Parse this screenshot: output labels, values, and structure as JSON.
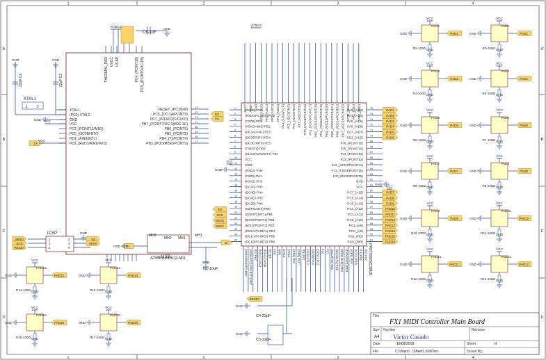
{
  "sheet": {
    "zones_top": [
      "1",
      "2",
      "3",
      "4"
    ],
    "zones_side": [
      "A",
      "B",
      "C",
      "D"
    ]
  },
  "title_block": {
    "title_label": "Title",
    "title": "FX1 MIDI Controller Main Board",
    "size_label": "Size",
    "size": "A4",
    "number_label": "Number",
    "revision_label": "Revision",
    "author": "Victor Casado",
    "date_label": "Date",
    "date": "19/09/2018",
    "sheet_label": "Sheet",
    "sheet_of": "of",
    "file_label": "File",
    "file": "C:\\Users\\...\\Sheet1.SchDoc",
    "drawn_label": "Drawn By:"
  },
  "power": {
    "vcc": "VCC",
    "gnd": "GND"
  },
  "atmega32u": {
    "name": "ATMEGA16U2-MU",
    "left_pins": [
      "XTAL1",
      "(PC0) XTAL2",
      "GND",
      "VCC",
      "PC2_(PCINT11/AIN2)",
      "PD0_(OC0B/INT0)",
      "PD1_(AIN0/INT1)",
      "PD2_(RXD1/AIN1/INT2)"
    ],
    "right_pins": [
      "RESET_(PC1/DW)",
      "PC5_(OC.1A/PCINT9)",
      "PC7_(INT4/ICP1/CLKO)",
      "PB7_(PCINT7/OC.0A/OC.1C)",
      "PB6_(PCINT6)",
      "PB5_(PCINT5)",
      "PB4_(T1/PCINT4)",
      "PB3_(PDO/MISO/PCINT3)"
    ],
    "right_nums": [
      "24",
      "22",
      "23",
      "21",
      "20",
      "19",
      "18",
      "17"
    ],
    "top_pins": [
      "THERMAL_PAD",
      "UVCC",
      "UCAP",
      "PC4_(PCINT10)",
      "PC5_(PCINT9/OC.1B)"
    ]
  },
  "atmega2560": {
    "name": "ATMEGA2560-16AU",
    "left_pins": [
      "(OC0B) PG5",
      "(RXD0/PCINT8) PE0",
      "(TXD0) PE1",
      "(XCK0/AIN0) PE2",
      "(OC3A/AIN1) PE3",
      "(OC3B/INT4) PE4",
      "(OC3C/INT5) PE5",
      "(T3/INT6) PE6",
      "(CLKO/ICP3/INT7) PE7",
      "VCC",
      "GND",
      "(RXD2) PH0",
      "(TXD2) PH1",
      "(XCK2) PH2",
      "(OC4A) PH3",
      "(OC4B) PH4",
      "(OC4C) PH5",
      "(OC2B) PH6",
      "(SS/PCINT0) PB0",
      "(SCK/PCINT1) PB1",
      "(MOSI/PCINT2) PB2",
      "(MISO/PCINT3) PB3",
      "(OC2A/PCINT4) PB4",
      "(OC1A/PCINT5) PB5",
      "(OC1B/PCINT6) PB6"
    ],
    "left_nums": [
      "1",
      "2",
      "3",
      "4",
      "5",
      "6",
      "7",
      "8",
      "9",
      "10",
      "11",
      "12",
      "13",
      "14",
      "15",
      "16",
      "17",
      "18",
      "19",
      "20",
      "21",
      "22",
      "23",
      "24",
      "25"
    ],
    "right_pins": [
      "PA3_(AD3)",
      "PA4_(AD4)",
      "PA5_(AD5)",
      "PA6_(AD6)",
      "PA7_(AD7)",
      "PG2_(ALE)",
      "PJ6_(PCINT15)",
      "PJ5_(PCINT14)",
      "PJ4_(PCINT13)",
      "PJ3_(PCINT12)",
      "PJ2_(XCK3/PCINT11)",
      "PJ1_(TXD3/PCINT10)",
      "PJ0_(RXD3/PCINT9)",
      "GND",
      "VCC",
      "PC7_(A15)",
      "PC6_(A14)",
      "PC5_(A13)",
      "PC4_(A12)",
      "PC3_(A11)",
      "PC2_(A10)",
      "PC1_(A9)",
      "PC0_(A8)",
      "PG1_(RD)",
      "PG0_(WR)"
    ],
    "right_nums": [
      "75",
      "74",
      "73",
      "72",
      "71",
      "70",
      "69",
      "68",
      "67",
      "66",
      "65",
      "64",
      "63",
      "62",
      "61",
      "60",
      "59",
      "58",
      "57",
      "56",
      "55",
      "54",
      "53",
      "52",
      "51"
    ],
    "top_pins": [
      "AVCC",
      "AREF",
      "GND",
      "PF0_(ADC0)",
      "PF1_(ADC1)",
      "PF2_(ADC2)",
      "PF3_(ADC3)",
      "PF4_(ADC4/TCK)",
      "PF5_(ADC5/TMS)",
      "PF6_(ADC6/TDO)",
      "PF7_(ADC7/TDI)",
      "PK0_(ADC8/PCINT16)",
      "PK1_(ADC9/PCINT17)",
      "PK2_(ADC10/PCINT18)",
      "PK3_(ADC11/PCINT19)",
      "PK4_(ADC12/PCINT20)",
      "PK5_(ADC13/PCINT21)",
      "PK6_(ADC14/PCINT22)",
      "PK7_(ADC15/PCINT23)",
      "PA0_(AD0)",
      "PA1_(AD1)",
      "PA2_(AD2)"
    ],
    "bottom_pins": [
      "(OC1C/PCINT7) PB7",
      "(OC0A/OC1C/PCINT7) PB7",
      "(T4) PH7",
      "(TOSC2) PG3",
      "(TOSC1) PG4",
      "RESET",
      "VCC",
      "GND",
      "XTAL2",
      "XTAL1",
      "(ICP4) PL0",
      "(ICP5) PL1",
      "(T5) PL2",
      "(OC5A) PL3",
      "(OC5B) PL4",
      "(OC5C) PL5",
      "PL6",
      "PL7",
      "(SCL/INT0) PD0",
      "(SDA/INT1) PD1",
      "(RXD1/INT2) PD2",
      "(TXD1/INT3) PD3",
      "(ICP1) PD4",
      "(XCK1) PD5",
      "(T1) PD6",
      "(T0) PD7"
    ]
  },
  "nets": {
    "rx": "RX",
    "tx": "TX",
    "ss": "SS",
    "sck": "SCK",
    "mosi": "MOSI",
    "miso": "MISO",
    "reset": "RESET",
    "dminus": "D-",
    "dplus": "D+"
  },
  "pad_nets_right": [
    "PAD1",
    "PAD2",
    "PAD3",
    "PAD4",
    "PAD5",
    "PAD6",
    "PAD7",
    "PAD8",
    "PAD9",
    "PAD10",
    "PAD11",
    "PAD12",
    "PAD13",
    "PAD14",
    "PAD15",
    "PAD16"
  ],
  "pads": [
    {
      "name": "PAD1",
      "res": "R2-100Ω"
    },
    {
      "name": "PAD2",
      "res": "R3-100Ω"
    },
    {
      "name": "PAD3",
      "res": "R4-100Ω"
    },
    {
      "name": "PAD4",
      "res": "R5-100Ω"
    },
    {
      "name": "PAD5",
      "res": "R6-100Ω"
    },
    {
      "name": "PAD6",
      "res": "R7-100Ω"
    },
    {
      "name": "PAD7",
      "res": "R8-100Ω"
    },
    {
      "name": "PAD8",
      "res": "R9-100Ω"
    },
    {
      "name": "PAD9",
      "res": "R10-100Ω"
    },
    {
      "name": "PAD10",
      "res": "R11-100Ω"
    },
    {
      "name": "PAD11",
      "res": "R12-100Ω"
    },
    {
      "name": "PAD12",
      "res": "R13-100Ω"
    },
    {
      "name": "PAD13",
      "res": "R14-100Ω"
    },
    {
      "name": "PAD14",
      "res": "R15-100Ω"
    },
    {
      "name": "PAD15",
      "res": "R16-100Ω"
    },
    {
      "name": "PAD16",
      "res": "R17-100Ω"
    }
  ],
  "parts": {
    "xtal1": "XTAL1",
    "c6": "C6-1uF",
    "c1": "C1-10uF",
    "c4": "C4-22pF",
    "c5": "C5-22pF",
    "cap_left_a": "22pF C2",
    "cap_left_b": "22pF C3",
    "icsp": "ICSP",
    "icsp_nums": [
      "1",
      "3",
      "5",
      "2",
      "4",
      "6"
    ],
    "usb": "USB",
    "mh1": "MH1",
    "mh2": "MH2",
    "icsp_left_nets": [
      "MISO",
      "SCK",
      "RESET"
    ],
    "icsp_right_nets": [
      "SS",
      "MOSI"
    ]
  },
  "colors": {
    "wire": "#1c3f9a",
    "body_fill": "#ffffc7",
    "body_stroke": "#8a1f1f",
    "net_fill": "#f7d36a",
    "net_stroke": "#b0862a",
    "frame": "#6e6e6e",
    "text": "#2a2a2a"
  }
}
